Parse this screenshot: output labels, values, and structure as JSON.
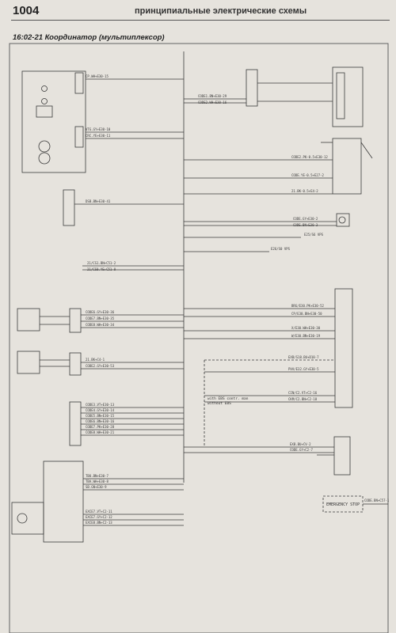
{
  "header": {
    "page_number": "1004",
    "section_title": "принципиальные электрические схемы"
  },
  "diagram": {
    "caption": "16:02-21 Координатор (мультиплексор)",
    "labels": {
      "emergency_stop": "EMERGENCY STOP",
      "with_ebs": "with EBS contr. man",
      "without_ebs": "without EBS"
    }
  }
}
